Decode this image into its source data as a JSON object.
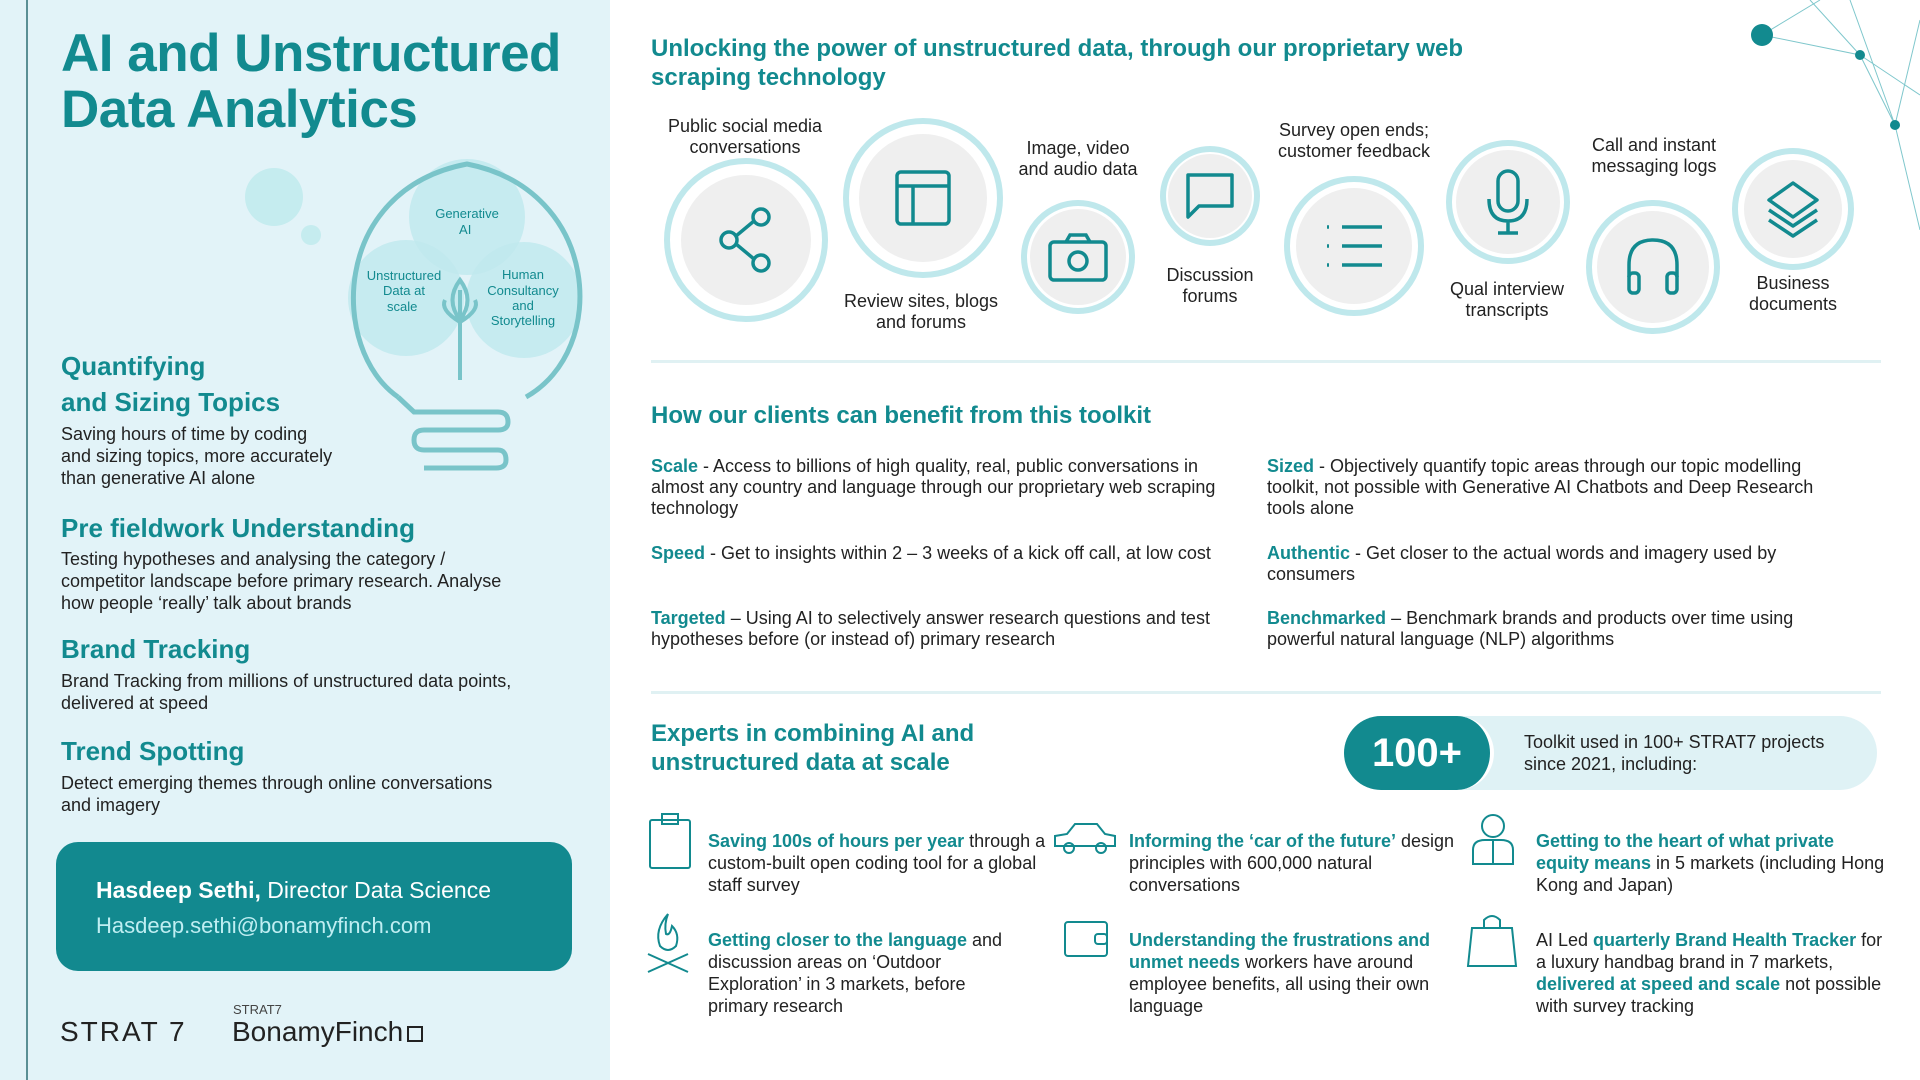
{
  "left": {
    "title_line1": "AI and Unstructured",
    "title_line2": "Data Analytics",
    "bulb": {
      "c1": [
        "Generative",
        "AI"
      ],
      "c2": [
        "Unstructured",
        "Data at",
        "scale"
      ],
      "c3": [
        "Human",
        "Consultancy",
        "and",
        "Storytelling"
      ]
    },
    "sections": [
      {
        "h": [
          "Quantifying",
          "and Sizing Topics"
        ],
        "p": [
          "Saving hours of time by coding",
          "and sizing topics, more accurately",
          "than generative AI alone"
        ]
      },
      {
        "h": [
          "Pre fieldwork Understanding"
        ],
        "p": [
          "Testing hypotheses and analysing the category /",
          "competitor landscape before primary research. Analyse",
          "how people ‘really’ talk about brands"
        ]
      },
      {
        "h": [
          "Brand Tracking"
        ],
        "p": [
          "Brand Tracking from millions of unstructured data points,",
          "delivered at speed"
        ]
      },
      {
        "h": [
          "Trend Spotting"
        ],
        "p": [
          "Detect emerging themes through online conversations",
          "and imagery"
        ]
      }
    ],
    "contact": {
      "name": "Hasdeep Sethi,",
      "role": " Director Data Science",
      "email": "Hasdeep.sethi@bonamyfinch.com"
    },
    "logos": {
      "strat7": "STRAT 7",
      "small": "STRAT7",
      "bonamy": "BonamyFinch"
    }
  },
  "sources": {
    "heading_line1": "Unlocking the power of unstructured data, through our proprietary web",
    "heading_line2": "scraping technology",
    "items": [
      [
        "Public social media",
        "conversations"
      ],
      [
        "Review sites, blogs",
        "and forums"
      ],
      [
        "Image, video",
        "and audio data"
      ],
      [
        "Discussion",
        "forums"
      ],
      [
        "Survey open ends;",
        "customer feedback"
      ],
      [
        "Qual interview",
        "transcripts"
      ],
      [
        "Call and instant",
        "messaging logs"
      ],
      [
        "Business",
        "documents"
      ]
    ]
  },
  "benefits": {
    "heading": "How our clients can benefit from this toolkit",
    "items": [
      {
        "k": "Scale",
        "t": " - Access to billions of high quality, real, public conversations in almost any country and language through our proprietary web scraping technology"
      },
      {
        "k": "Sized",
        "t": " - Objectively quantify topic areas through our topic modelling toolkit, not possible with Generative AI Chatbots and Deep Research tools alone"
      },
      {
        "k": "Speed",
        "t": " - Get to insights within 2 – 3 weeks of a kick off call, at low cost"
      },
      {
        "k": "Authentic",
        "t": " - Get closer to the actual words and imagery used by consumers"
      },
      {
        "k": "Targeted",
        "t": " – Using AI to selectively answer research questions and test hypotheses before (or instead of) primary research"
      },
      {
        "k": "Benchmarked",
        "t": " – Benchmark brands and products over time using powerful natural language (NLP) algorithms"
      }
    ]
  },
  "experts": {
    "heading_line1": "Experts in combining AI and",
    "heading_line2": "unstructured data at scale",
    "badge": "100+",
    "badge_text_line1": "Toolkit used in 100+ STRAT7 projects",
    "badge_text_line2": "since 2021, including:",
    "cases": [
      {
        "a": "",
        "k": "Saving 100s of hours per year",
        "b": " through a custom-built open coding tool for a global staff survey",
        "k2": "",
        "c": ""
      },
      {
        "a": "",
        "k": "Informing the ‘car of the future’",
        "b": " design principles with 600,000 natural conversations",
        "k2": "",
        "c": ""
      },
      {
        "a": "",
        "k": "Getting to the heart of what private equity means",
        "b": " in 5 markets (including Hong Kong and Japan)",
        "k2": "",
        "c": ""
      },
      {
        "a": "",
        "k": "Getting closer to the language",
        "b": " and discussion areas on ‘Outdoor Exploration’ in 3 markets, before primary research",
        "k2": "",
        "c": ""
      },
      {
        "a": "",
        "k": "Understanding the frustrations and unmet needs",
        "b": " workers have around employee benefits, all using their own language",
        "k2": "",
        "c": ""
      },
      {
        "a": "AI Led ",
        "k": "quarterly Brand Health Tracker",
        "b": " for a luxury handbag brand in 7 markets, ",
        "k2": "delivered at speed and scale",
        "c": " not possible with survey tracking"
      }
    ]
  }
}
